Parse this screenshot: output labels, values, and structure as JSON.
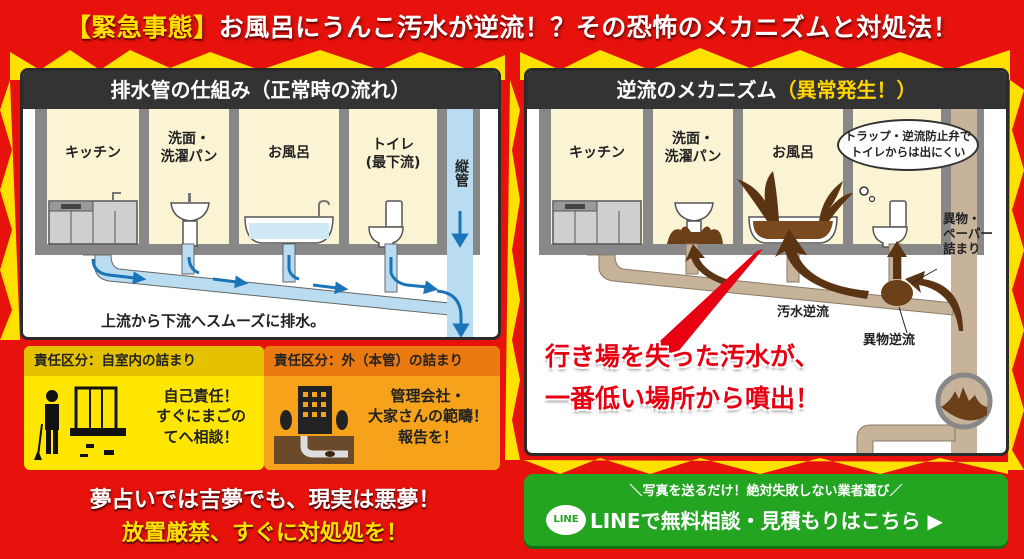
{
  "title": {
    "highlight": "【緊急事態】",
    "text": "お風呂にうんこ汚水が逆流！？その恐怖のメカニズムと対処法！"
  },
  "left_panel": {
    "heading": "排水管の仕組み（正常時の流れ）",
    "rooms": [
      {
        "label": "キッチン"
      },
      {
        "label": "洗面・\n洗濯パン"
      },
      {
        "label": "お風呂"
      },
      {
        "label": "トイレ\n(最下流)"
      }
    ],
    "stack_label": "縦管",
    "caption": "上流から下流へスムーズに排水。"
  },
  "right_panel": {
    "heading": "逆流のメカニズム",
    "heading_highlight": "（異常発生！）",
    "rooms": [
      {
        "label": "キッチン"
      },
      {
        "label": "洗面・\n洗濯パン"
      },
      {
        "label": "お風呂"
      }
    ],
    "thought_bubble": "トラップ・逆流防止弁で\nトイレからは出にくい",
    "clog_label": "異物・\nペーパー\n詰まり",
    "sewage_backflow_label": "汚水逆流",
    "debris_backflow_label": "異物逆流",
    "warning_line1": "行き場を失った汚水が、",
    "warning_line2": "一番低い場所から噴出！"
  },
  "responsibility": {
    "inside": {
      "heading": "責任区分：自室内の詰まり",
      "text": "自己責任！\nすぐにまごの\nてへ相談！"
    },
    "outside": {
      "heading": "責任区分：外（本管）の詰まり",
      "text": "管理会社・\n大家さんの範疇！\n報告を！"
    }
  },
  "bottom": {
    "line1": "夢占いでは吉夢でも、現実は悪夢！",
    "line2": "放置厳禁、すぐに対処処を！"
  },
  "cta": {
    "subtext": "＼写真を送るだけ！絶対失敗しない業者選び／",
    "logo": "LINE",
    "label": "LINEで無料相談・見積もりはこちら ▶"
  },
  "colors": {
    "background_red": "#e8120c",
    "burst_yellow": "#ffe100",
    "header_dark": "#333333",
    "water_blue": "#b9dcf0",
    "arrow_blue": "#1a75b8",
    "sewage_brown": "#5a3413",
    "cta_green": "#23a521",
    "box_yellow": "#ffe600",
    "box_orange": "#f6a21a"
  }
}
